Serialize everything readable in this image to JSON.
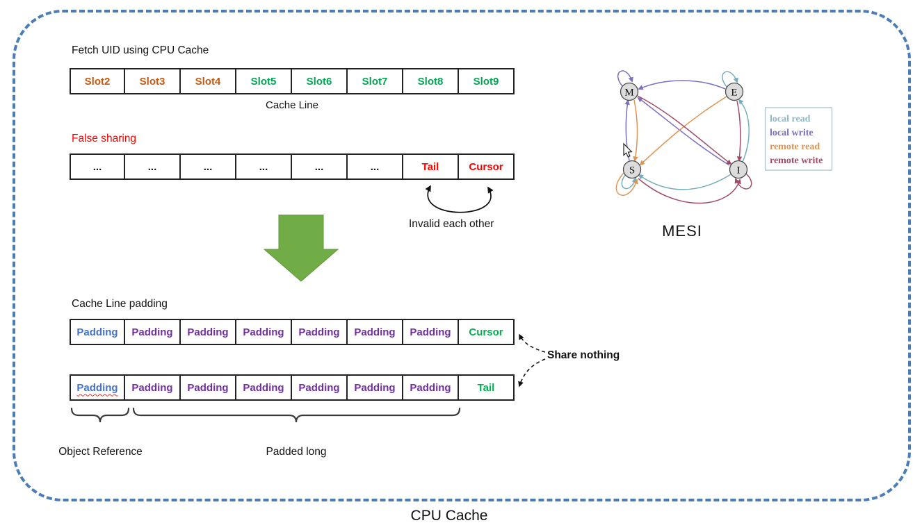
{
  "frame": {
    "label": "CPU Cache",
    "border_color": "#4A7CB5"
  },
  "fetch": {
    "heading": "Fetch UID using CPU Cache",
    "caption": "Cache Line",
    "slots": [
      {
        "label": "Slot2",
        "color": "#C55A11"
      },
      {
        "label": "Slot3",
        "color": "#C55A11"
      },
      {
        "label": "Slot4",
        "color": "#C55A11"
      },
      {
        "label": "Slot5",
        "color": "#00A651"
      },
      {
        "label": "Slot6",
        "color": "#00A651"
      },
      {
        "label": "Slot7",
        "color": "#00A651"
      },
      {
        "label": "Slot8",
        "color": "#00A651"
      },
      {
        "label": "Slot9",
        "color": "#00A651"
      }
    ]
  },
  "false_sharing": {
    "heading": "False sharing",
    "heading_color": "#FF0000",
    "cells": [
      {
        "label": "...",
        "color": "#111111"
      },
      {
        "label": "...",
        "color": "#111111"
      },
      {
        "label": "...",
        "color": "#111111"
      },
      {
        "label": "...",
        "color": "#111111"
      },
      {
        "label": "...",
        "color": "#111111"
      },
      {
        "label": "...",
        "color": "#111111"
      },
      {
        "label": "Tail",
        "color": "#FF0000"
      },
      {
        "label": "Cursor",
        "color": "#FF0000"
      }
    ],
    "annotation": "Invalid each other"
  },
  "padding": {
    "heading": "Cache Line padding",
    "share_nothing": "Share nothing",
    "object_reference": "Object Reference",
    "padded_long": "Padded long",
    "rows": [
      {
        "cells": [
          {
            "label": "Padding",
            "color": "#4472C4"
          },
          {
            "label": "Padding",
            "color": "#7030A0"
          },
          {
            "label": "Padding",
            "color": "#7030A0"
          },
          {
            "label": "Padding",
            "color": "#7030A0"
          },
          {
            "label": "Padding",
            "color": "#7030A0"
          },
          {
            "label": "Padding",
            "color": "#7030A0"
          },
          {
            "label": "Padding",
            "color": "#7030A0"
          },
          {
            "label": "Cursor",
            "color": "#00B050"
          }
        ]
      },
      {
        "cells": [
          {
            "label": "Padding",
            "color": "#4472C4"
          },
          {
            "label": "Padding",
            "color": "#7030A0"
          },
          {
            "label": "Padding",
            "color": "#7030A0"
          },
          {
            "label": "Padding",
            "color": "#7030A0"
          },
          {
            "label": "Padding",
            "color": "#7030A0"
          },
          {
            "label": "Padding",
            "color": "#7030A0"
          },
          {
            "label": "Padding",
            "color": "#7030A0"
          },
          {
            "label": "Tail",
            "color": "#00B050"
          }
        ]
      }
    ]
  },
  "mesi": {
    "label": "MESI",
    "nodes": [
      "M",
      "E",
      "S",
      "I"
    ],
    "legend": [
      {
        "label": "local read",
        "color": "#8FB8C9"
      },
      {
        "label": "local write",
        "color": "#7D6EC0"
      },
      {
        "label": "remote read",
        "color": "#DE9554"
      },
      {
        "label": "remote write",
        "color": "#A04C68"
      }
    ]
  }
}
